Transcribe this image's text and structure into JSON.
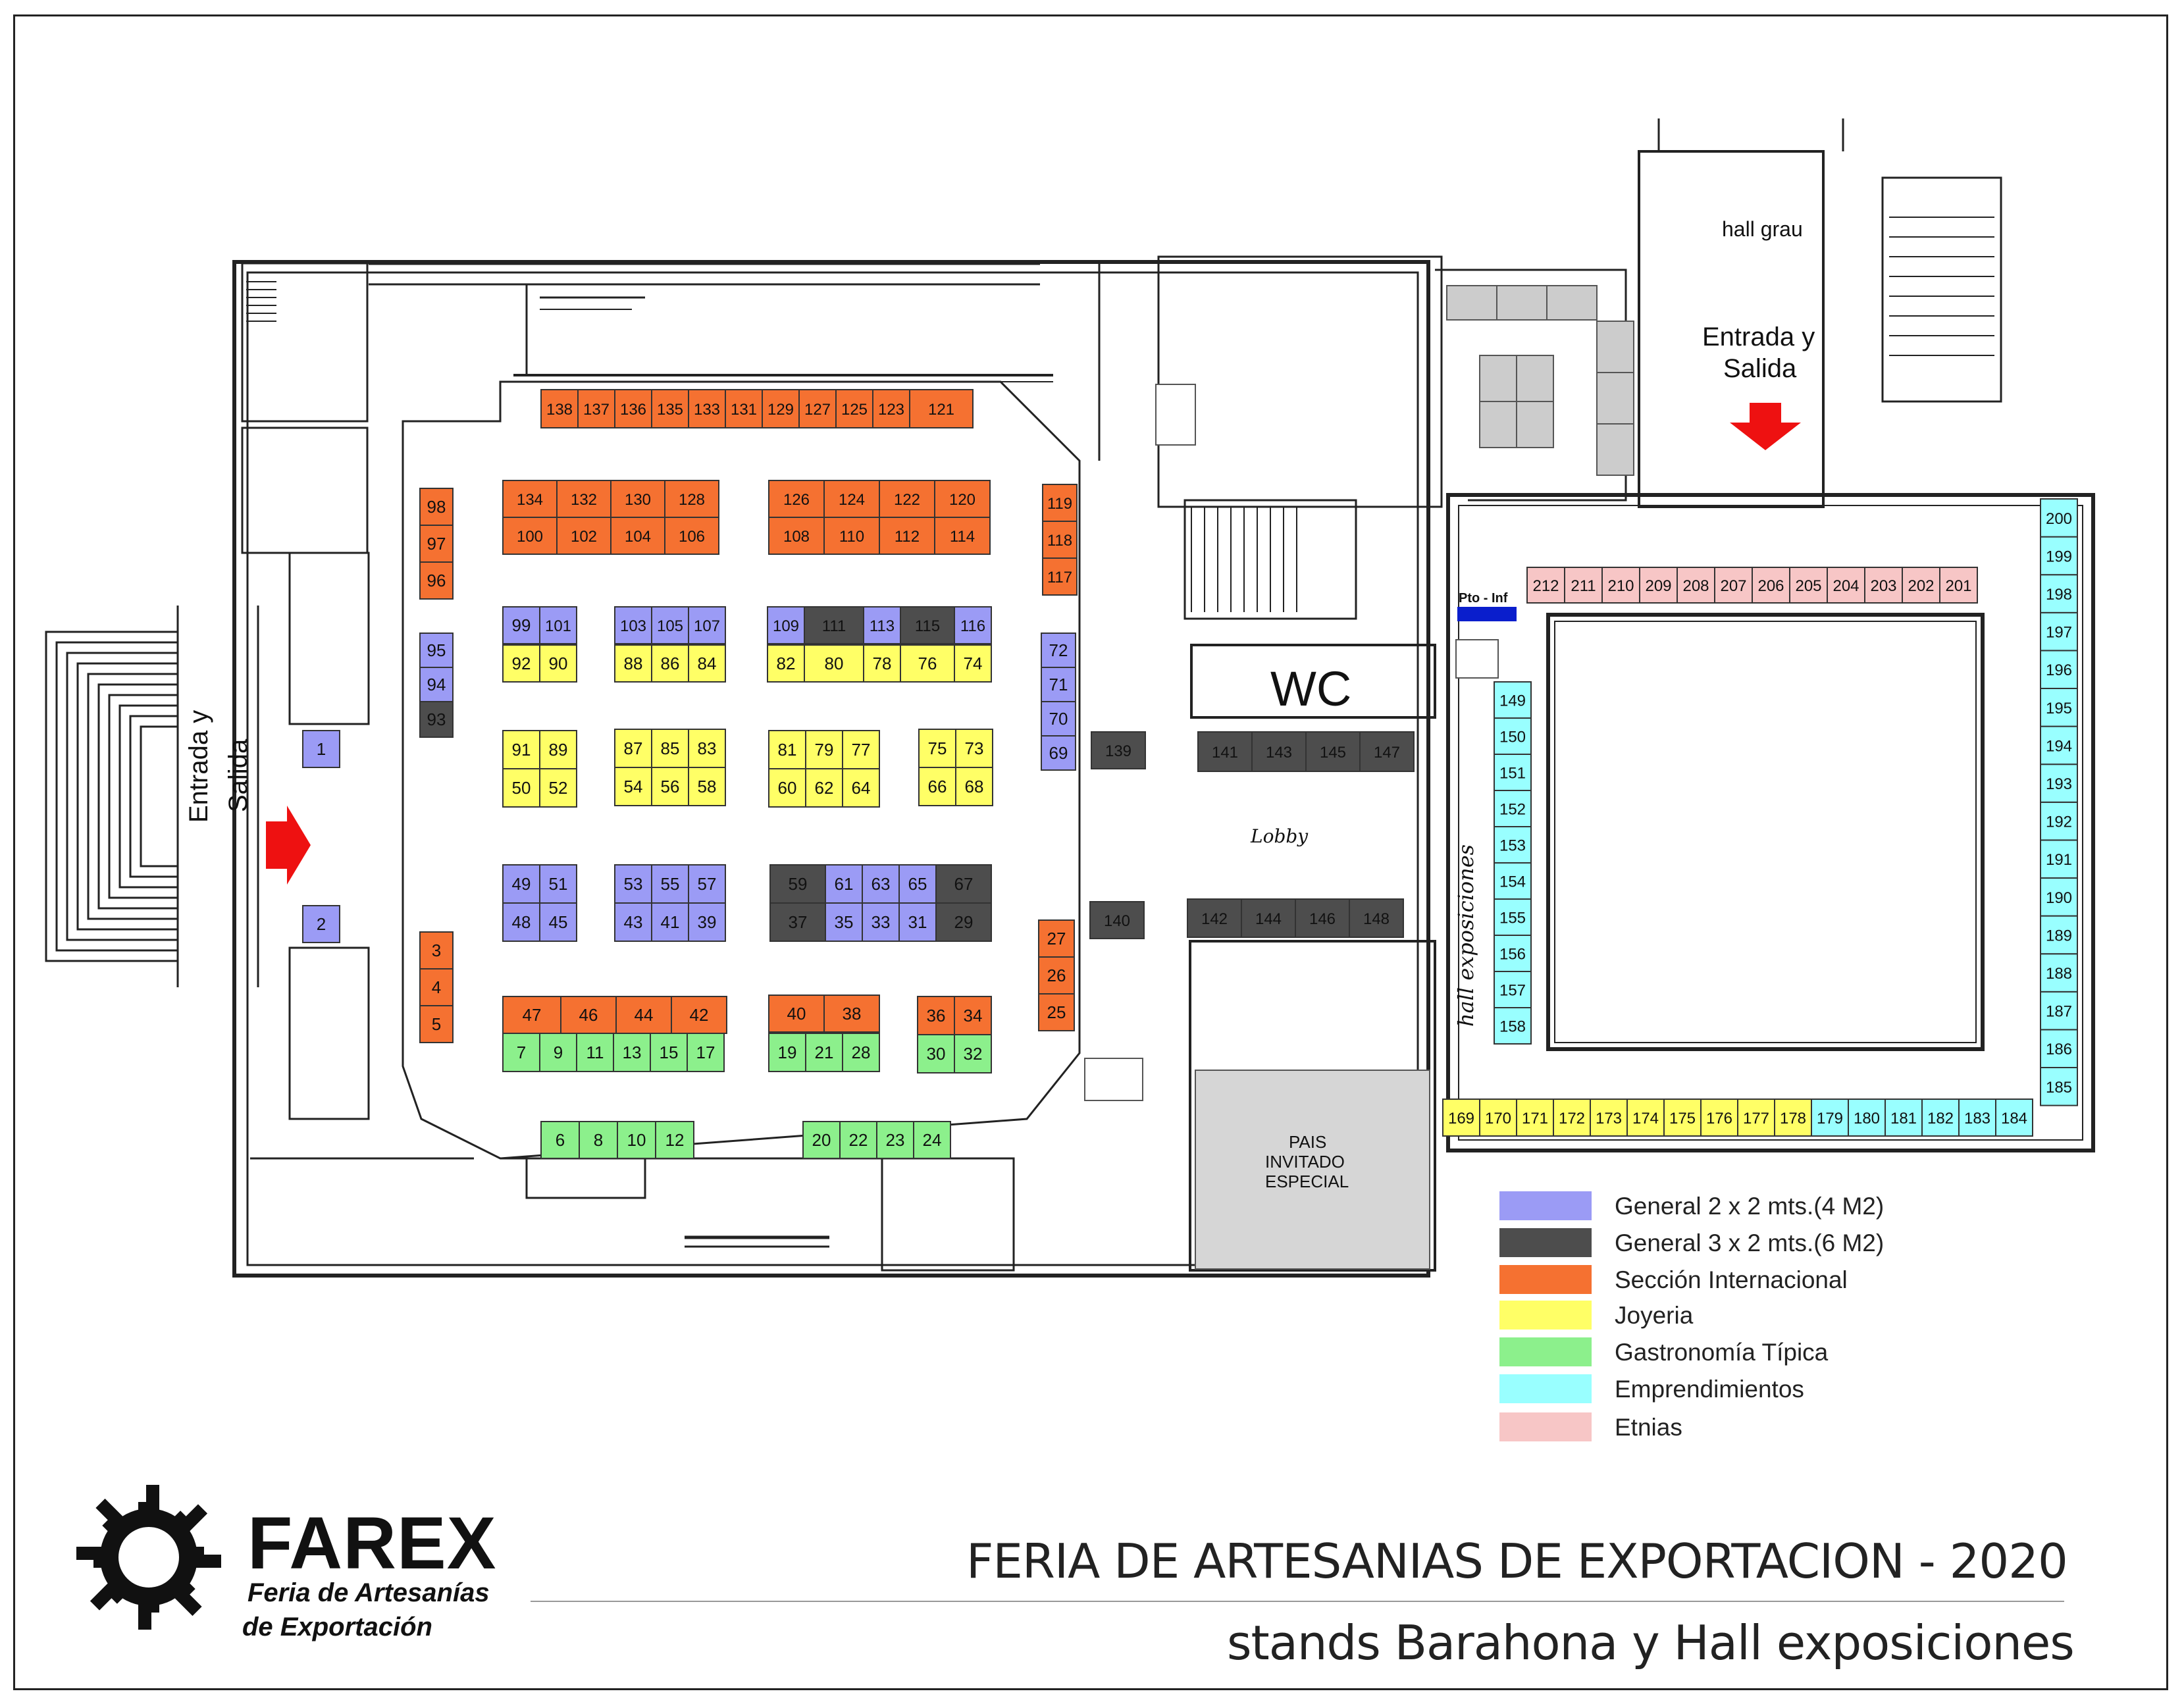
{
  "colors": {
    "general_2x2": "#9b9bf5",
    "general_3x2": "#4d4d4d",
    "internacional": "#f57131",
    "joyeria": "#ffff66",
    "gastronomia": "#8cf08c",
    "emprendimientos": "#99ffff",
    "etnias": "#f7c6c6",
    "wall": "#222222",
    "gray_block": "#cccccc",
    "pto_inf": "#0a1ecc",
    "arrow": "#ee1111"
  },
  "labels": {
    "entrada_left_1": "Entrada y",
    "entrada_left_2": "Salida",
    "entrada_top_1": "Entrada y",
    "entrada_top_2": "Salida",
    "hall_grau": "hall grau",
    "wc": "WC",
    "lobby": "Lobby",
    "pto_inf": "Pto - Inf",
    "hall_exposiciones": "hall exposiciones",
    "pais_1": "PAIS",
    "pais_2": "INVITADO",
    "pais_3": "ESPECIAL"
  },
  "legend": [
    {
      "key": "general_2x2",
      "label": "General 2 x 2 mts.(4 M2)"
    },
    {
      "key": "general_3x2",
      "label": "General 3 x 2 mts.(6 M2)"
    },
    {
      "key": "internacional",
      "label": "Sección Internacional"
    },
    {
      "key": "joyeria",
      "label": "Joyeria"
    },
    {
      "key": "gastronomia",
      "label": "Gastronomía Típica"
    },
    {
      "key": "emprendimientos",
      "label": "Emprendimientos"
    },
    {
      "key": "etnias",
      "label": "Etnias"
    }
  ],
  "logo": {
    "word": "FAREX",
    "sub1": "Feria de Artesanías",
    "sub2": "de Exportación"
  },
  "title": {
    "line1": "FERIA DE ARTESANIAS DE EXPORTACION - 2020",
    "line2": "stands Barahona y Hall exposiciones"
  },
  "stands": [
    {
      "n": "1",
      "c": "general_2x2"
    },
    {
      "n": "2",
      "c": "general_2x2"
    },
    {
      "n": "3",
      "c": "internacional"
    },
    {
      "n": "4",
      "c": "internacional"
    },
    {
      "n": "5",
      "c": "internacional"
    },
    {
      "n": "6",
      "c": "gastronomia"
    },
    {
      "n": "7",
      "c": "gastronomia"
    },
    {
      "n": "8",
      "c": "gastronomia"
    },
    {
      "n": "9",
      "c": "gastronomia"
    },
    {
      "n": "10",
      "c": "gastronomia"
    },
    {
      "n": "11",
      "c": "gastronomia"
    },
    {
      "n": "12",
      "c": "gastronomia"
    },
    {
      "n": "13",
      "c": "gastronomia"
    },
    {
      "n": "15",
      "c": "gastronomia"
    },
    {
      "n": "17",
      "c": "gastronomia"
    },
    {
      "n": "19",
      "c": "gastronomia"
    },
    {
      "n": "20",
      "c": "gastronomia"
    },
    {
      "n": "21",
      "c": "gastronomia"
    },
    {
      "n": "22",
      "c": "gastronomia"
    },
    {
      "n": "23",
      "c": "gastronomia"
    },
    {
      "n": "24",
      "c": "gastronomia"
    },
    {
      "n": "25",
      "c": "internacional"
    },
    {
      "n": "26",
      "c": "internacional"
    },
    {
      "n": "27",
      "c": "internacional"
    },
    {
      "n": "28",
      "c": "gastronomia"
    },
    {
      "n": "29",
      "c": "general_3x2"
    },
    {
      "n": "30",
      "c": "gastronomia"
    },
    {
      "n": "31",
      "c": "general_2x2"
    },
    {
      "n": "32",
      "c": "gastronomia"
    },
    {
      "n": "33",
      "c": "general_2x2"
    },
    {
      "n": "34",
      "c": "internacional"
    },
    {
      "n": "35",
      "c": "general_2x2"
    },
    {
      "n": "36",
      "c": "internacional"
    },
    {
      "n": "37",
      "c": "general_3x2"
    },
    {
      "n": "38",
      "c": "internacional"
    },
    {
      "n": "39",
      "c": "general_2x2"
    },
    {
      "n": "40",
      "c": "internacional"
    },
    {
      "n": "41",
      "c": "general_2x2"
    },
    {
      "n": "42",
      "c": "internacional"
    },
    {
      "n": "43",
      "c": "general_2x2"
    },
    {
      "n": "44",
      "c": "internacional"
    },
    {
      "n": "45",
      "c": "general_2x2"
    },
    {
      "n": "46",
      "c": "internacional"
    },
    {
      "n": "47",
      "c": "internacional"
    },
    {
      "n": "48",
      "c": "general_2x2"
    },
    {
      "n": "49",
      "c": "general_2x2"
    },
    {
      "n": "50",
      "c": "joyeria"
    },
    {
      "n": "51",
      "c": "general_2x2"
    },
    {
      "n": "52",
      "c": "joyeria"
    },
    {
      "n": "53",
      "c": "general_2x2"
    },
    {
      "n": "54",
      "c": "joyeria"
    },
    {
      "n": "55",
      "c": "general_2x2"
    },
    {
      "n": "56",
      "c": "joyeria"
    },
    {
      "n": "57",
      "c": "general_2x2"
    },
    {
      "n": "58",
      "c": "joyeria"
    },
    {
      "n": "59",
      "c": "general_3x2"
    },
    {
      "n": "60",
      "c": "joyeria"
    },
    {
      "n": "61",
      "c": "general_2x2"
    },
    {
      "n": "62",
      "c": "joyeria"
    },
    {
      "n": "63",
      "c": "general_2x2"
    },
    {
      "n": "64",
      "c": "joyeria"
    },
    {
      "n": "65",
      "c": "general_2x2"
    },
    {
      "n": "66",
      "c": "joyeria"
    },
    {
      "n": "67",
      "c": "general_3x2"
    },
    {
      "n": "68",
      "c": "joyeria"
    },
    {
      "n": "69",
      "c": "general_2x2"
    },
    {
      "n": "70",
      "c": "general_2x2"
    },
    {
      "n": "71",
      "c": "general_2x2"
    },
    {
      "n": "72",
      "c": "general_2x2"
    },
    {
      "n": "73",
      "c": "joyeria"
    },
    {
      "n": "74",
      "c": "joyeria"
    },
    {
      "n": "75",
      "c": "joyeria"
    },
    {
      "n": "76",
      "c": "joyeria"
    },
    {
      "n": "77",
      "c": "joyeria"
    },
    {
      "n": "78",
      "c": "joyeria"
    },
    {
      "n": "79",
      "c": "joyeria"
    },
    {
      "n": "80",
      "c": "joyeria"
    },
    {
      "n": "81",
      "c": "joyeria"
    },
    {
      "n": "82",
      "c": "joyeria"
    },
    {
      "n": "83",
      "c": "joyeria"
    },
    {
      "n": "84",
      "c": "joyeria"
    },
    {
      "n": "85",
      "c": "joyeria"
    },
    {
      "n": "86",
      "c": "joyeria"
    },
    {
      "n": "87",
      "c": "joyeria"
    },
    {
      "n": "88",
      "c": "joyeria"
    },
    {
      "n": "89",
      "c": "joyeria"
    },
    {
      "n": "90",
      "c": "joyeria"
    },
    {
      "n": "91",
      "c": "joyeria"
    },
    {
      "n": "92",
      "c": "joyeria"
    },
    {
      "n": "93",
      "c": "general_3x2"
    },
    {
      "n": "94",
      "c": "general_2x2"
    },
    {
      "n": "95",
      "c": "general_2x2"
    },
    {
      "n": "96",
      "c": "internacional"
    },
    {
      "n": "97",
      "c": "internacional"
    },
    {
      "n": "98",
      "c": "internacional"
    },
    {
      "n": "99",
      "c": "general_2x2"
    },
    {
      "n": "100",
      "c": "internacional"
    },
    {
      "n": "101",
      "c": "general_2x2"
    },
    {
      "n": "102",
      "c": "internacional"
    },
    {
      "n": "103",
      "c": "general_2x2"
    },
    {
      "n": "104",
      "c": "internacional"
    },
    {
      "n": "105",
      "c": "general_2x2"
    },
    {
      "n": "106",
      "c": "internacional"
    },
    {
      "n": "107",
      "c": "general_2x2"
    },
    {
      "n": "108",
      "c": "internacional"
    },
    {
      "n": "109",
      "c": "general_2x2"
    },
    {
      "n": "110",
      "c": "internacional"
    },
    {
      "n": "111",
      "c": "general_3x2"
    },
    {
      "n": "112",
      "c": "internacional"
    },
    {
      "n": "113",
      "c": "general_2x2"
    },
    {
      "n": "114",
      "c": "internacional"
    },
    {
      "n": "115",
      "c": "general_3x2"
    },
    {
      "n": "116",
      "c": "general_2x2"
    },
    {
      "n": "117",
      "c": "internacional"
    },
    {
      "n": "118",
      "c": "internacional"
    },
    {
      "n": "119",
      "c": "internacional"
    },
    {
      "n": "120",
      "c": "internacional"
    },
    {
      "n": "121",
      "c": "internacional"
    },
    {
      "n": "122",
      "c": "internacional"
    },
    {
      "n": "123",
      "c": "internacional"
    },
    {
      "n": "124",
      "c": "internacional"
    },
    {
      "n": "125",
      "c": "internacional"
    },
    {
      "n": "126",
      "c": "internacional"
    },
    {
      "n": "127",
      "c": "internacional"
    },
    {
      "n": "128",
      "c": "internacional"
    },
    {
      "n": "129",
      "c": "internacional"
    },
    {
      "n": "130",
      "c": "internacional"
    },
    {
      "n": "131",
      "c": "internacional"
    },
    {
      "n": "132",
      "c": "internacional"
    },
    {
      "n": "133",
      "c": "internacional"
    },
    {
      "n": "134",
      "c": "internacional"
    },
    {
      "n": "135",
      "c": "internacional"
    },
    {
      "n": "136",
      "c": "internacional"
    },
    {
      "n": "137",
      "c": "internacional"
    },
    {
      "n": "138",
      "c": "internacional"
    },
    {
      "n": "139",
      "c": "general_3x2"
    },
    {
      "n": "140",
      "c": "general_3x2"
    },
    {
      "n": "141",
      "c": "general_3x2"
    },
    {
      "n": "142",
      "c": "general_3x2"
    },
    {
      "n": "143",
      "c": "general_3x2"
    },
    {
      "n": "144",
      "c": "general_3x2"
    },
    {
      "n": "145",
      "c": "general_3x2"
    },
    {
      "n": "146",
      "c": "general_3x2"
    },
    {
      "n": "147",
      "c": "general_3x2"
    },
    {
      "n": "148",
      "c": "general_3x2"
    },
    {
      "n": "149",
      "c": "emprendimientos"
    },
    {
      "n": "150",
      "c": "emprendimientos"
    },
    {
      "n": "151",
      "c": "emprendimientos"
    },
    {
      "n": "152",
      "c": "emprendimientos"
    },
    {
      "n": "153",
      "c": "emprendimientos"
    },
    {
      "n": "154",
      "c": "emprendimientos"
    },
    {
      "n": "155",
      "c": "emprendimientos"
    },
    {
      "n": "156",
      "c": "emprendimientos"
    },
    {
      "n": "157",
      "c": "emprendimientos"
    },
    {
      "n": "158",
      "c": "emprendimientos"
    },
    {
      "n": "169",
      "c": "joyeria"
    },
    {
      "n": "170",
      "c": "joyeria"
    },
    {
      "n": "171",
      "c": "joyeria"
    },
    {
      "n": "172",
      "c": "joyeria"
    },
    {
      "n": "173",
      "c": "joyeria"
    },
    {
      "n": "174",
      "c": "joyeria"
    },
    {
      "n": "175",
      "c": "joyeria"
    },
    {
      "n": "176",
      "c": "joyeria"
    },
    {
      "n": "177",
      "c": "joyeria"
    },
    {
      "n": "178",
      "c": "joyeria"
    },
    {
      "n": "179",
      "c": "emprendimientos"
    },
    {
      "n": "180",
      "c": "emprendimientos"
    },
    {
      "n": "181",
      "c": "emprendimientos"
    },
    {
      "n": "182",
      "c": "emprendimientos"
    },
    {
      "n": "183",
      "c": "emprendimientos"
    },
    {
      "n": "184",
      "c": "emprendimientos"
    },
    {
      "n": "185",
      "c": "emprendimientos"
    },
    {
      "n": "186",
      "c": "emprendimientos"
    },
    {
      "n": "187",
      "c": "emprendimientos"
    },
    {
      "n": "188",
      "c": "emprendimientos"
    },
    {
      "n": "189",
      "c": "emprendimientos"
    },
    {
      "n": "190",
      "c": "emprendimientos"
    },
    {
      "n": "191",
      "c": "emprendimientos"
    },
    {
      "n": "192",
      "c": "emprendimientos"
    },
    {
      "n": "193",
      "c": "emprendimientos"
    },
    {
      "n": "194",
      "c": "emprendimientos"
    },
    {
      "n": "195",
      "c": "emprendimientos"
    },
    {
      "n": "196",
      "c": "emprendimientos"
    },
    {
      "n": "197",
      "c": "emprendimientos"
    },
    {
      "n": "198",
      "c": "emprendimientos"
    },
    {
      "n": "199",
      "c": "emprendimientos"
    },
    {
      "n": "200",
      "c": "emprendimientos"
    },
    {
      "n": "201",
      "c": "etnias"
    },
    {
      "n": "202",
      "c": "etnias"
    },
    {
      "n": "203",
      "c": "etnias"
    },
    {
      "n": "204",
      "c": "etnias"
    },
    {
      "n": "205",
      "c": "etnias"
    },
    {
      "n": "206",
      "c": "etnias"
    },
    {
      "n": "207",
      "c": "etnias"
    },
    {
      "n": "208",
      "c": "etnias"
    },
    {
      "n": "209",
      "c": "etnias"
    },
    {
      "n": "210",
      "c": "etnias"
    },
    {
      "n": "211",
      "c": "etnias"
    },
    {
      "n": "212",
      "c": "etnias"
    }
  ]
}
